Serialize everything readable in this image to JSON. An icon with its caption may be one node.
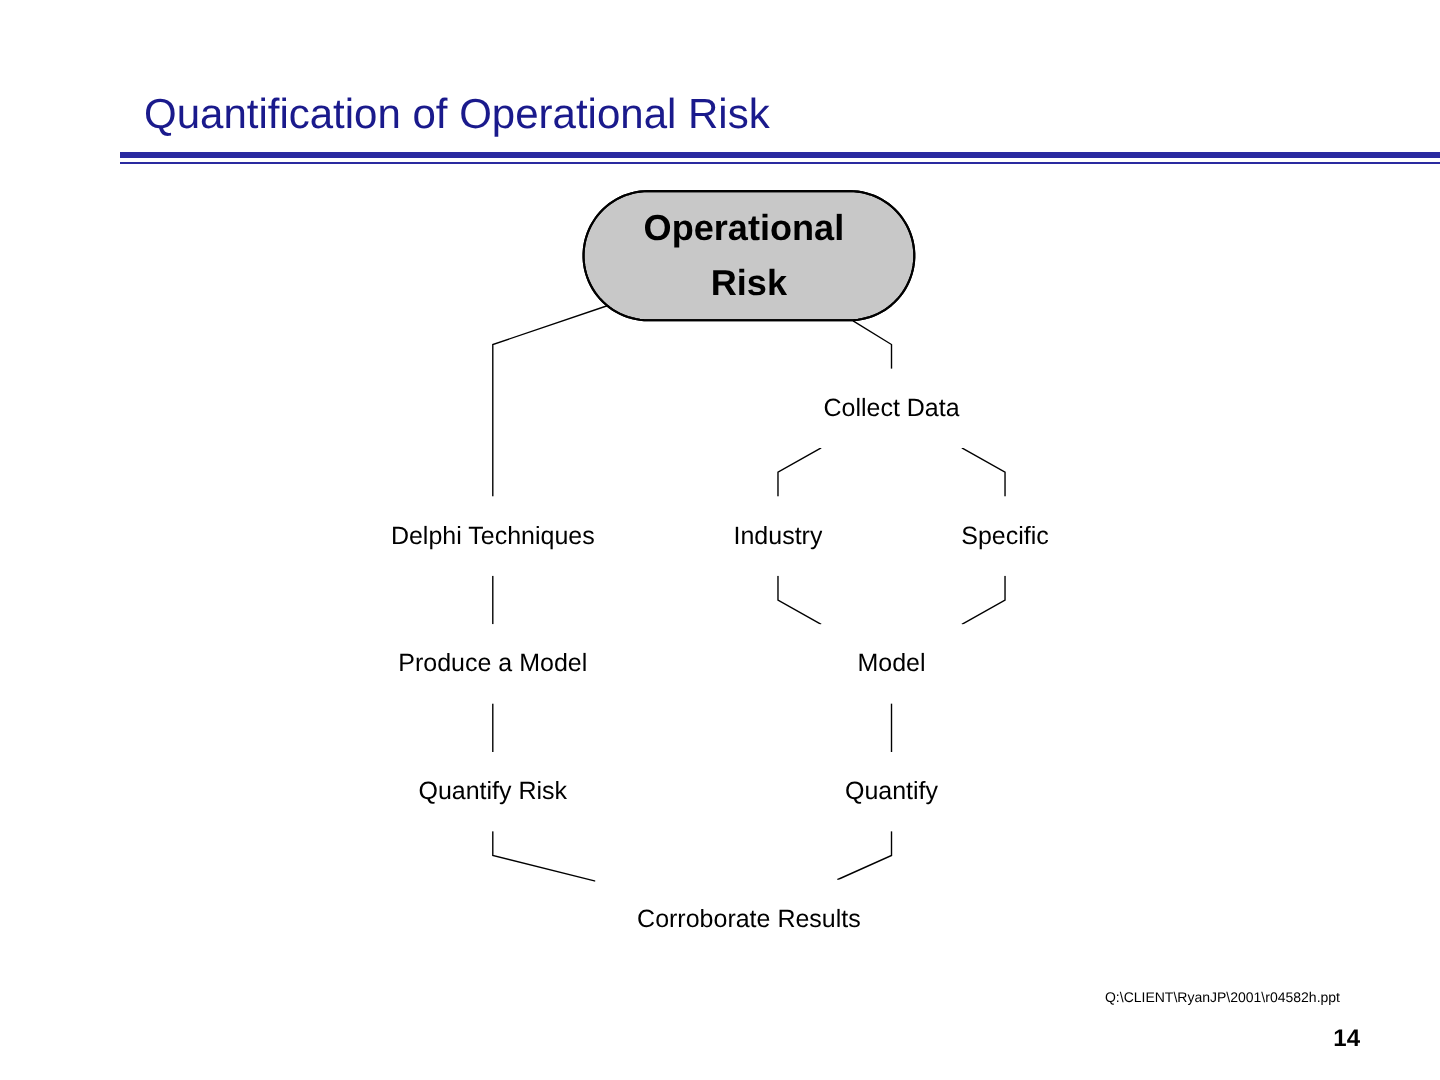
{
  "diagram": {
    "title": "Quantification of Operational Risk",
    "nodes": [
      {
        "text": [
          "Operational Risk"
        ]
      },
      {
        "text": [
          "Delphi Techniques"
        ]
      },
      {
        "text": [
          "Collect Data"
        ]
      },
      {
        "text": [
          "Produce a Model"
        ]
      },
      {
        "text": [
          "Industry"
        ]
      },
      {
        "text": [
          "Specific"
        ]
      },
      {
        "text": [
          "Model"
        ]
      },
      {
        "text": [
          "Quantify Risk"
        ]
      },
      {
        "text": [
          "Quantify"
        ]
      },
      {
        "text": [
          "Corroborate Results"
        ]
      }
    ],
    "edges": [
      {
        "from": 0,
        "to": 1,
        "arrow": "none"
      },
      {
        "from": 0,
        "to": 2,
        "arrow": "none"
      },
      {
        "from": 1,
        "to": 3,
        "arrow": "none"
      },
      {
        "from": 2,
        "to": 4,
        "arrow": "none"
      },
      {
        "from": 2,
        "to": 5,
        "arrow": "none"
      },
      {
        "from": 3,
        "to": 7,
        "arrow": "none"
      },
      {
        "from": 4,
        "to": 6,
        "arrow": "none"
      },
      {
        "from": 5,
        "to": 6,
        "arrow": "none"
      },
      {
        "from": 6,
        "to": 8,
        "arrow": "none"
      },
      {
        "from": 7,
        "to": 9,
        "arrow": "none"
      },
      {
        "from": 8,
        "to": 9,
        "arrow": "none"
      }
    ],
    "labels": [
      "Q:\\CLIENT\\RyanJP\\2001\\r04582h.ppt",
      "14"
    ]
  }
}
